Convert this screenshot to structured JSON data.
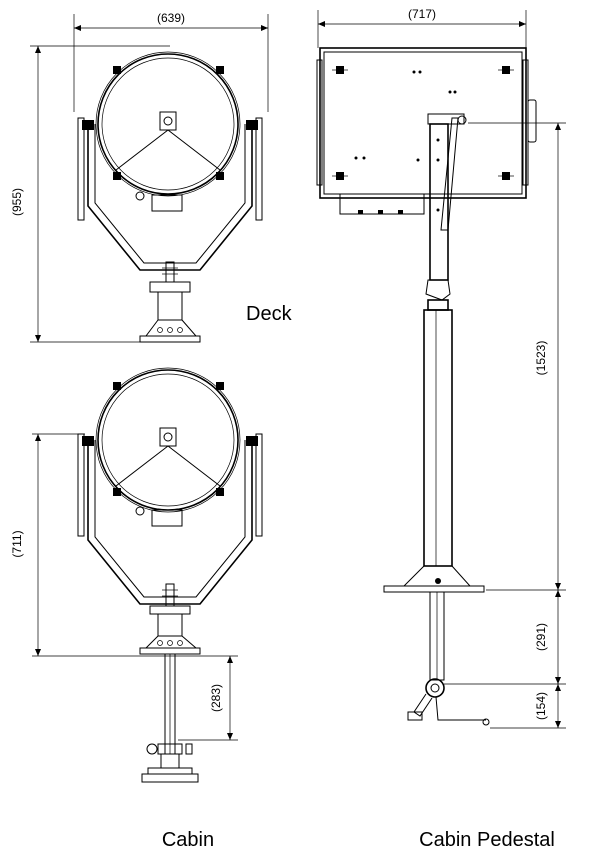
{
  "diagram": {
    "dims": {
      "deck_width": "(639)",
      "deck_height": "(955)",
      "cabin_height": "(711)",
      "cabin_pole": "(283)",
      "pedestal_width": "(717)",
      "pedestal_height": "(1523)",
      "pedestal_pole": "(291)",
      "pedestal_handle": "(154)"
    },
    "labels": {
      "deck": "Deck",
      "cabin": "Cabin",
      "cabin_pedestal": "Cabin Pedestal"
    }
  }
}
